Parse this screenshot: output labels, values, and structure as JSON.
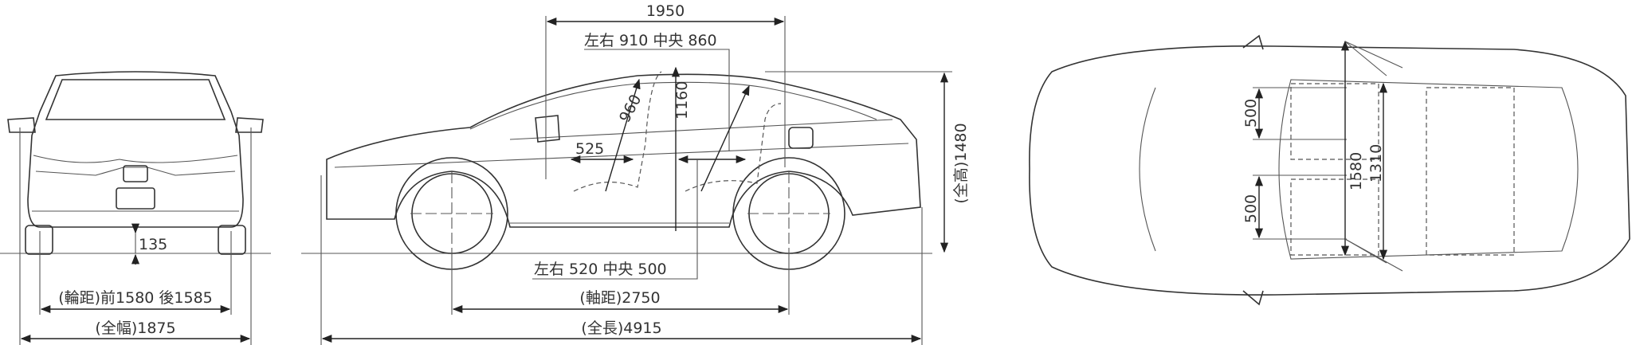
{
  "front_view": {
    "ground_clearance": "135",
    "tread": "(輪距)前1580 後1585",
    "overall_width": "(全幅)1875"
  },
  "side_view": {
    "front_headroom_span": "1950",
    "rear_legroom_note": "左右 910 中央 860",
    "front_seat_height": "960",
    "interior_height": "1160",
    "seat_depth": "525",
    "rear_seat_note": "左右 520 中央 500",
    "wheelbase": "(軸距)2750",
    "overall_length": "(全長)4915",
    "overall_height": "(全高)1480"
  },
  "top_view": {
    "front_seat_width": "500",
    "rear_seat_width": "500",
    "interior_width": "1580",
    "rear_interior_width": "1310"
  }
}
